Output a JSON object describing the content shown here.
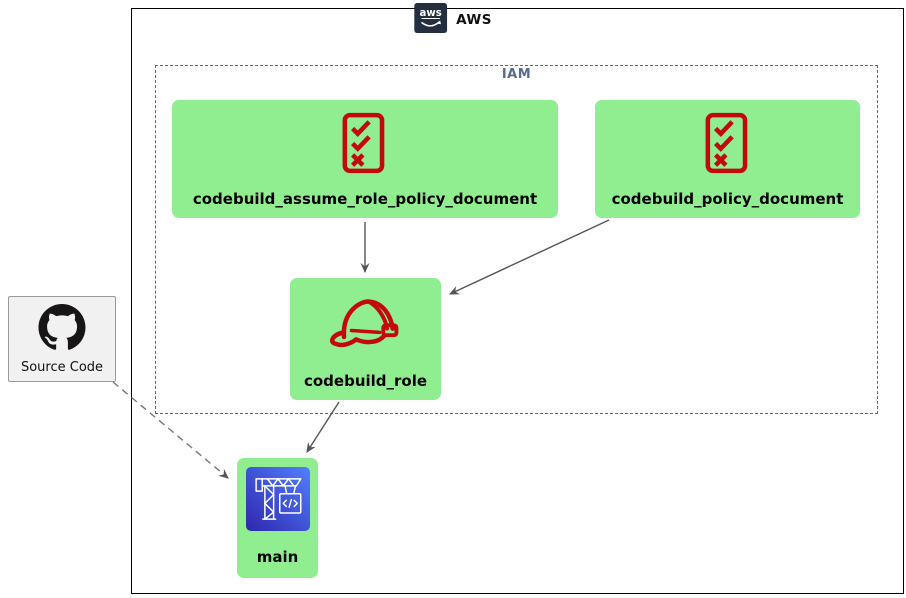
{
  "diagram": {
    "provider": {
      "label": "AWS",
      "logo_text": "aws"
    },
    "iam": {
      "label": "IAM"
    },
    "nodes": {
      "assume_role_policy": {
        "label": "codebuild_assume_role_policy_document",
        "icon": "policy-document-icon"
      },
      "policy_document": {
        "label": "codebuild_policy_document",
        "icon": "policy-document-icon"
      },
      "role": {
        "label": "codebuild_role",
        "icon": "iam-role-helmet-icon"
      },
      "main": {
        "label": "main",
        "icon": "codebuild-crane-icon"
      },
      "source": {
        "label": "Source Code",
        "icon": "github-icon"
      }
    },
    "edges": [
      {
        "from": "codebuild_assume_role_policy_document",
        "to": "codebuild_role",
        "style": "solid"
      },
      {
        "from": "codebuild_policy_document",
        "to": "codebuild_role",
        "style": "solid"
      },
      {
        "from": "codebuild_role",
        "to": "main",
        "style": "solid"
      },
      {
        "from": "Source Code",
        "to": "main",
        "style": "dashed"
      }
    ],
    "colors": {
      "node_fill": "#90EE90",
      "icon_red": "#C20A0E",
      "iam_border": "#596B8C",
      "arrow": "#555555",
      "aws_logo_bg": "#232F3E",
      "codebuild_gradient_start": "#2E27AD",
      "codebuild_gradient_end": "#527FFF",
      "source_fill": "#F1F1F1",
      "github_black": "#171515"
    }
  }
}
